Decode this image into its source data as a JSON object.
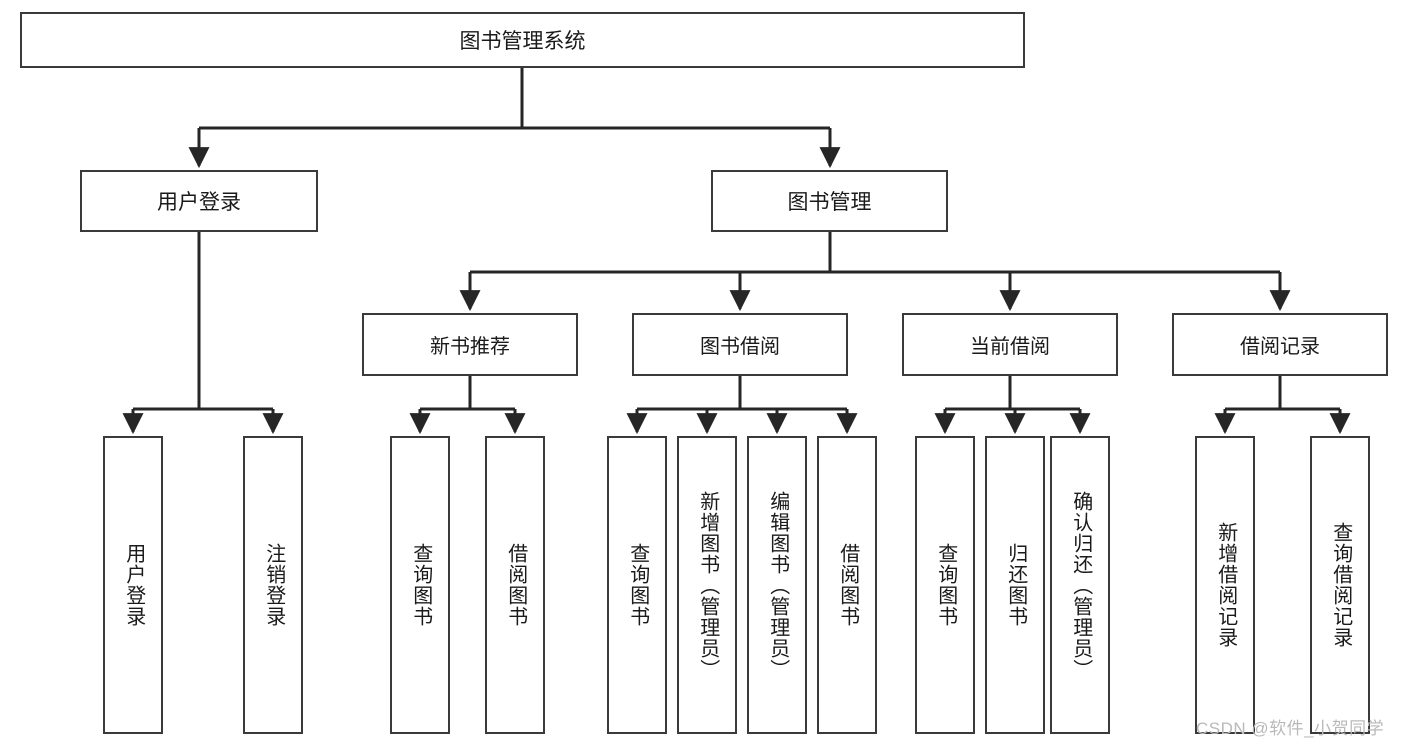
{
  "diagram": {
    "type": "tree",
    "title": "图书管理系统",
    "root": {
      "label": "图书管理系统"
    },
    "level1": [
      {
        "label": "用户登录"
      },
      {
        "label": "图书管理"
      }
    ],
    "level2": [
      {
        "label": "新书推荐",
        "parent": "图书管理"
      },
      {
        "label": "图书借阅",
        "parent": "图书管理"
      },
      {
        "label": "当前借阅",
        "parent": "图书管理"
      },
      {
        "label": "借阅记录",
        "parent": "图书管理"
      }
    ],
    "leaves": [
      {
        "label": "用户登录",
        "parent": "用户登录"
      },
      {
        "label": "注销登录",
        "parent": "用户登录"
      },
      {
        "label": "查询图书",
        "parent": "新书推荐"
      },
      {
        "label": "借阅图书",
        "parent": "新书推荐"
      },
      {
        "label": "查询图书",
        "parent": "图书借阅"
      },
      {
        "label": "新增图书（管理员）",
        "parent": "图书借阅"
      },
      {
        "label": "编辑图书（管理员）",
        "parent": "图书借阅"
      },
      {
        "label": "借阅图书",
        "parent": "图书借阅"
      },
      {
        "label": "查询图书",
        "parent": "当前借阅"
      },
      {
        "label": "归还图书",
        "parent": "当前借阅"
      },
      {
        "label": "确认归还（管理员）",
        "parent": "当前借阅"
      },
      {
        "label": "新增借阅记录",
        "parent": "借阅记录"
      },
      {
        "label": "查询借阅记录",
        "parent": "借阅记录"
      }
    ],
    "colors": {
      "background": "#ffffff",
      "box_border": "#3a3a3a",
      "box_fill": "#ffffff",
      "connector": "#262626",
      "text": "#1a1a1a",
      "watermark": "#b9b9b9"
    }
  },
  "watermark": {
    "text": "CSDN @软件_小贺同学"
  }
}
